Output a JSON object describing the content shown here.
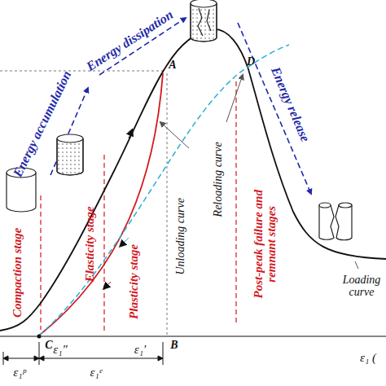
{
  "diagram": {
    "labels": [
      "Energy accumulation",
      "Energy dissipation",
      "Energy release",
      "A",
      "D",
      "C",
      "B",
      "Compaction stage",
      "Elasticity stage",
      "Plasticity stage",
      "Unloading curve",
      "Reloading curve",
      "Post-peak failure and remnant stages",
      "Loading curve",
      "ε₁ᵖ",
      "ε₁″",
      "ε₁ᵉ",
      "ε₁′",
      "ε₁ ("
    ]
  }
}
